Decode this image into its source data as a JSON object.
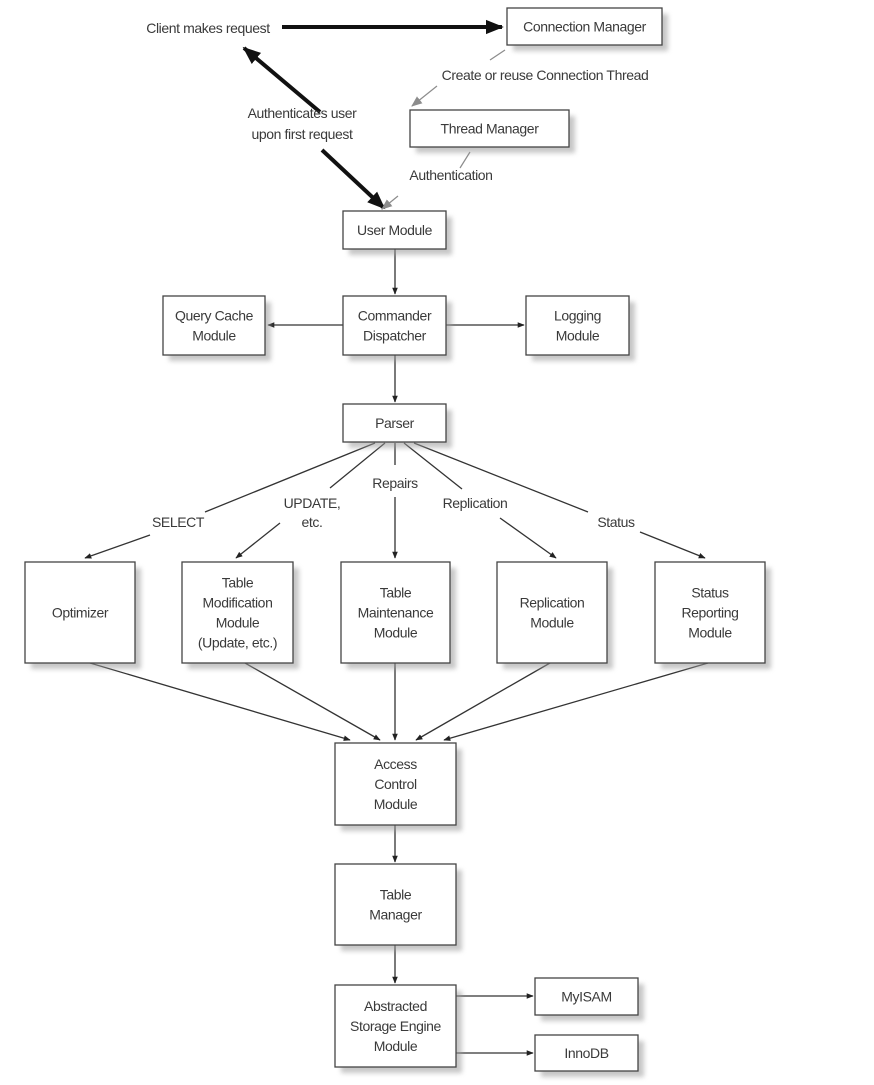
{
  "title": "MySQL server architecture: request processing modules",
  "nodes": {
    "connection_manager": [
      "Connection Manager"
    ],
    "thread_manager": [
      "Thread Manager"
    ],
    "user_module": [
      "User Module"
    ],
    "query_cache": [
      "Query Cache",
      "Module"
    ],
    "commander_dispatcher": [
      "Commander",
      "Dispatcher"
    ],
    "logging_module": [
      "Logging",
      "Module"
    ],
    "parser": [
      "Parser"
    ],
    "optimizer": [
      "Optimizer"
    ],
    "table_modification": [
      "Table",
      "Modification",
      "Module",
      "(Update, etc.)"
    ],
    "table_maintenance": [
      "Table",
      "Maintenance",
      "Module"
    ],
    "replication_module": [
      "Replication",
      "Module"
    ],
    "status_reporting": [
      "Status",
      "Reporting",
      "Module"
    ],
    "access_control": [
      "Access",
      "Control",
      "Module"
    ],
    "table_manager": [
      "Table",
      "Manager"
    ],
    "storage_engine": [
      "Abstracted",
      "Storage Engine",
      "Module"
    ],
    "myisam": [
      "MyISAM"
    ],
    "innodb": [
      "InnoDB"
    ]
  },
  "labels": {
    "client": "Client makes request",
    "create_thread": "Create or reuse Connection Thread",
    "authenticates": [
      "Authenticates user",
      "upon first request"
    ],
    "authentication": "Authentication",
    "select": "SELECT",
    "update": [
      "UPDATE,",
      "etc."
    ],
    "repairs": "Repairs",
    "replication": "Replication",
    "status": "Status"
  },
  "colors": {
    "line": "#333333",
    "gray_arrow": "#8c8c8c",
    "box_border": "#444444",
    "shadow": "#9a9a9a"
  }
}
